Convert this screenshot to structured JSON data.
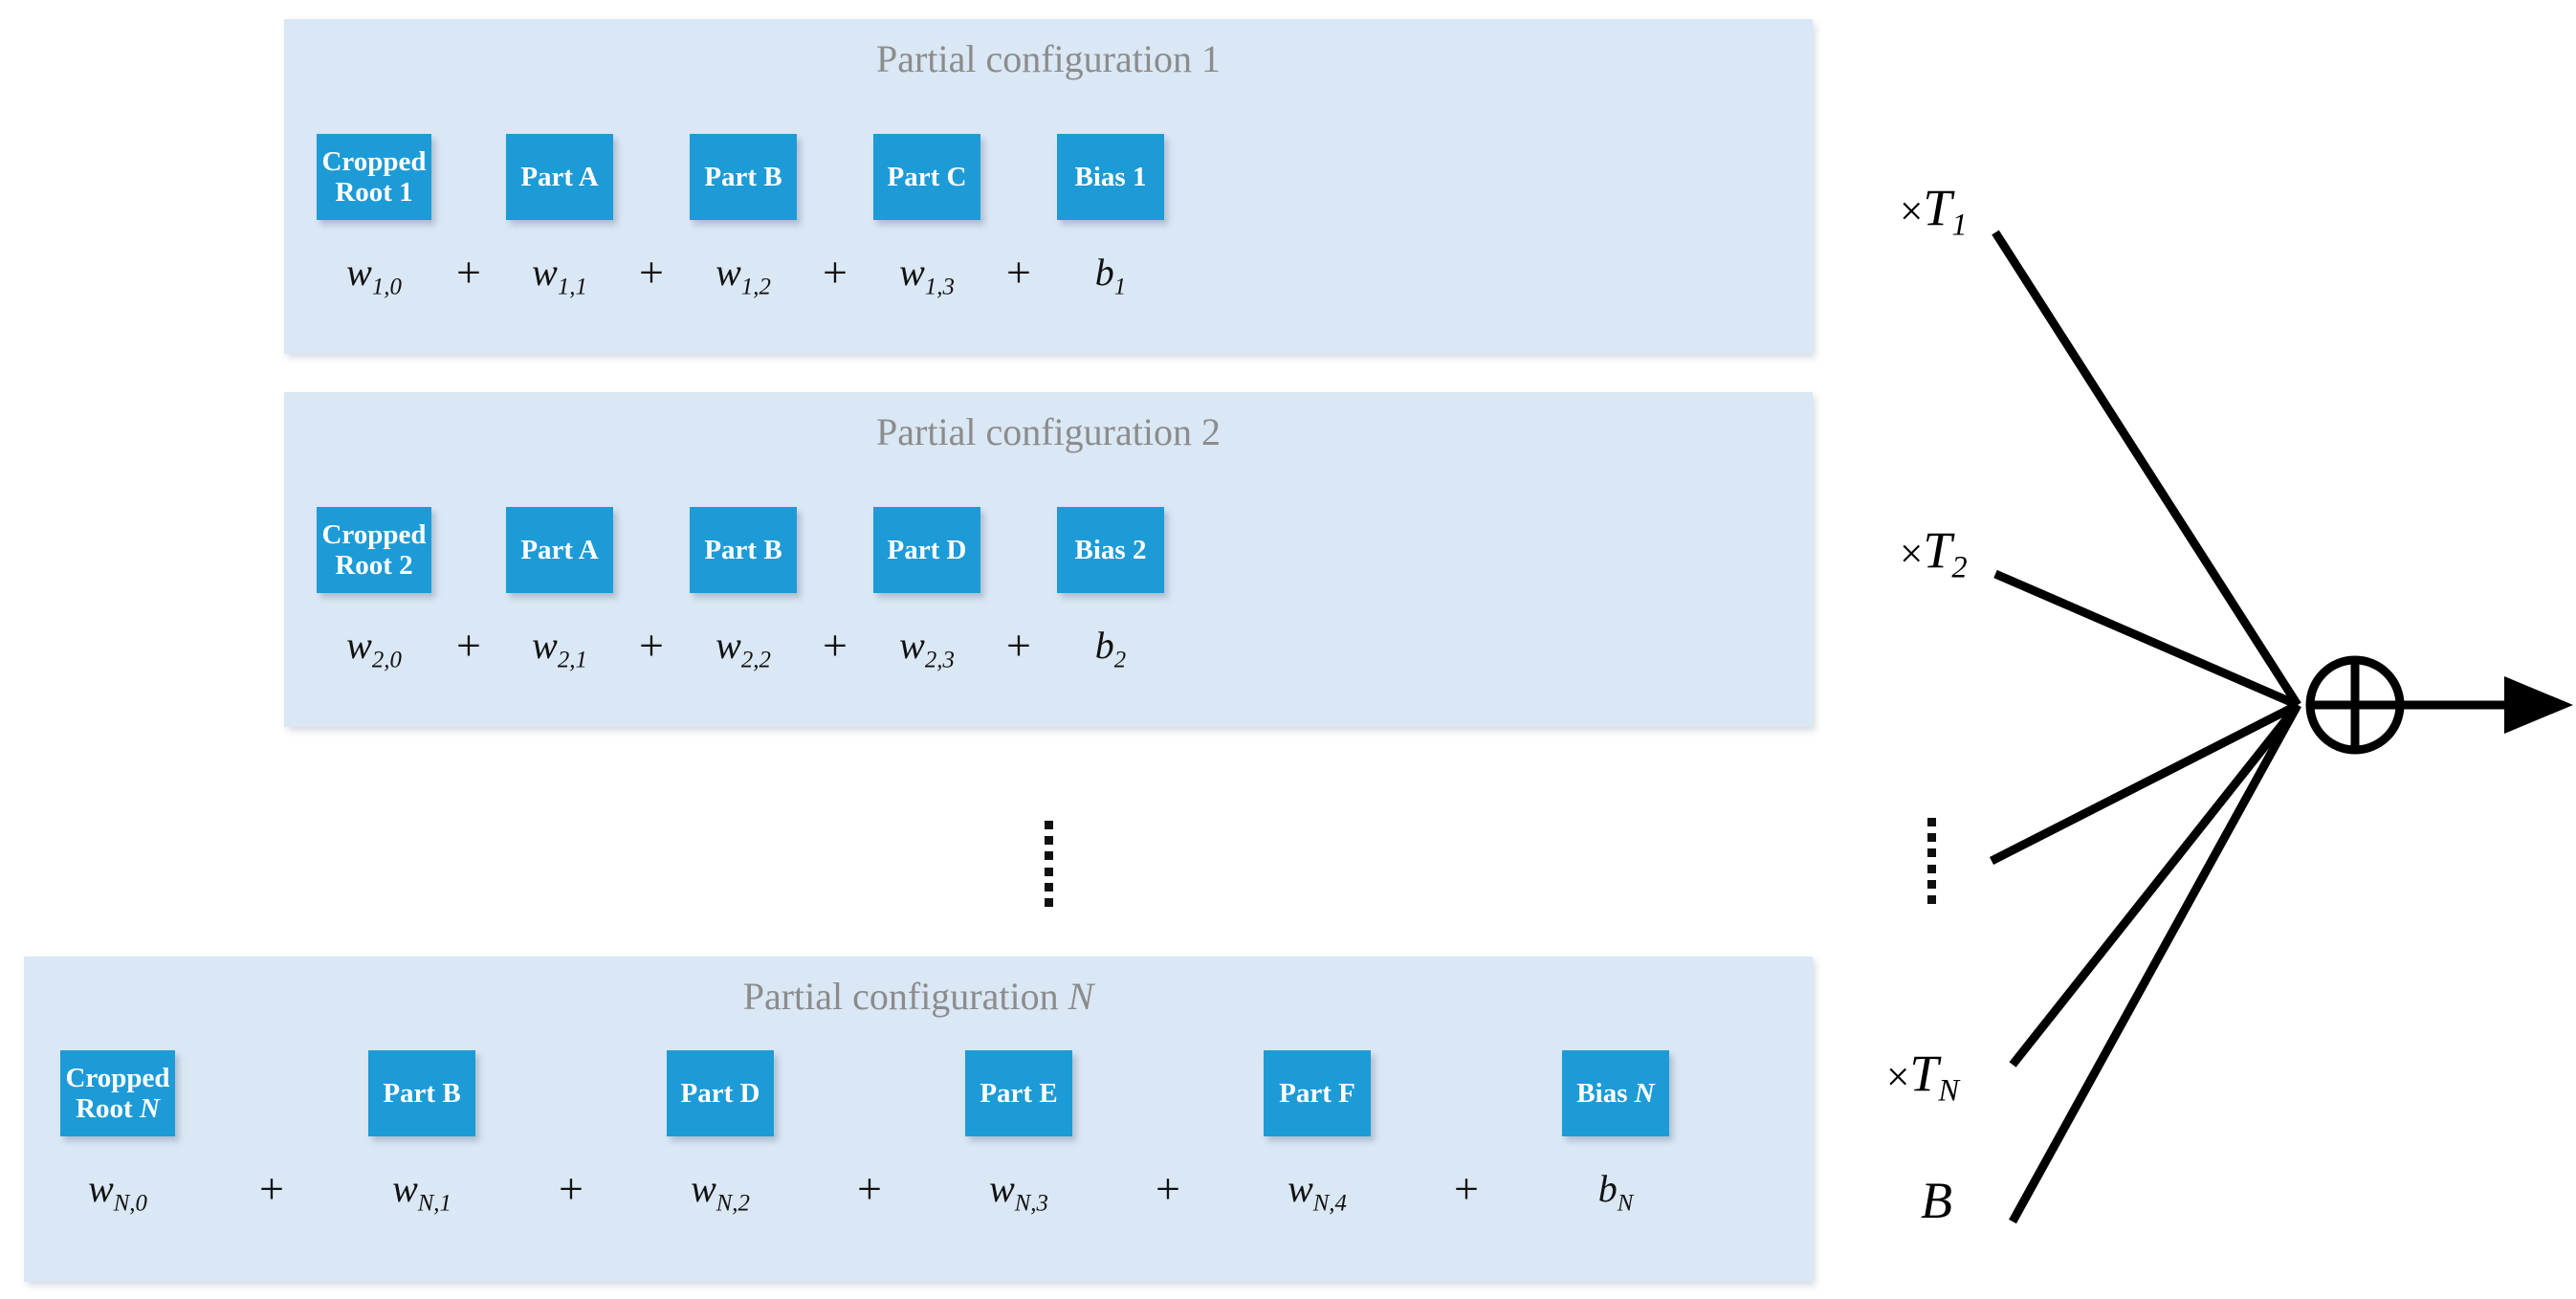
{
  "diagram": {
    "title": "Partial configuration ensemble summation diagram",
    "colors": {
      "panel_background": "#dae7f4",
      "box_fill": "#1d9bd7",
      "box_text": "#ffffff",
      "panel_title_text": "#8c8c8c",
      "formula_text": "#111111",
      "line_color": "#000000",
      "page_background": "#ffffff"
    },
    "rows": [
      {
        "title_prefix": "Partial configuration ",
        "title_index": "1",
        "title_index_italic": false,
        "boxes": [
          {
            "line1": "Cropped",
            "line2": "Root 1",
            "italic_tail": ""
          },
          {
            "line1": "Part A",
            "line2": "",
            "italic_tail": ""
          },
          {
            "line1": "Part B",
            "line2": "",
            "italic_tail": ""
          },
          {
            "line1": "Part C",
            "line2": "",
            "italic_tail": ""
          },
          {
            "line1": "Bias 1",
            "line2": "",
            "italic_tail": ""
          }
        ],
        "terms": [
          {
            "base": "w",
            "sub": "1,0"
          },
          {
            "base": "w",
            "sub": "1,1"
          },
          {
            "base": "w",
            "sub": "1,2"
          },
          {
            "base": "w",
            "sub": "1,3"
          },
          {
            "base": "b",
            "sub": "1"
          }
        ],
        "operator": "+"
      },
      {
        "title_prefix": "Partial configuration ",
        "title_index": "2",
        "title_index_italic": false,
        "boxes": [
          {
            "line1": "Cropped",
            "line2": "Root 2",
            "italic_tail": ""
          },
          {
            "line1": "Part A",
            "line2": "",
            "italic_tail": ""
          },
          {
            "line1": "Part B",
            "line2": "",
            "italic_tail": ""
          },
          {
            "line1": "Part D",
            "line2": "",
            "italic_tail": ""
          },
          {
            "line1": "Bias 2",
            "line2": "",
            "italic_tail": ""
          }
        ],
        "terms": [
          {
            "base": "w",
            "sub": "2,0"
          },
          {
            "base": "w",
            "sub": "2,1"
          },
          {
            "base": "w",
            "sub": "2,2"
          },
          {
            "base": "w",
            "sub": "2,3"
          },
          {
            "base": "b",
            "sub": "2"
          }
        ],
        "operator": "+"
      },
      {
        "title_prefix": "Partial configuration ",
        "title_index": "N",
        "title_index_italic": true,
        "boxes": [
          {
            "line1": "Cropped",
            "line2": "Root ",
            "italic_tail": "N"
          },
          {
            "line1": "Part B",
            "line2": "",
            "italic_tail": ""
          },
          {
            "line1": "Part D",
            "line2": "",
            "italic_tail": ""
          },
          {
            "line1": "Part E",
            "line2": "",
            "italic_tail": ""
          },
          {
            "line1": "Part F",
            "line2": "",
            "italic_tail": ""
          },
          {
            "line1": "Bias ",
            "line2": "",
            "italic_tail": "N"
          }
        ],
        "terms": [
          {
            "base": "w",
            "sub": "N,0"
          },
          {
            "base": "w",
            "sub": "N,1"
          },
          {
            "base": "w",
            "sub": "N,2"
          },
          {
            "base": "w",
            "sub": "N,3"
          },
          {
            "base": "w",
            "sub": "N,4"
          },
          {
            "base": "b",
            "sub": "N"
          }
        ],
        "operator": "+"
      }
    ],
    "row_ellipsis": {
      "name": "vertical-ellipsis",
      "dots": 6
    },
    "summation": {
      "node_symbol": "circled-plus",
      "output_arrow": "right-arrow",
      "branch_ellipsis_dots": 6,
      "labels": [
        {
          "times": "×",
          "base": "T",
          "sub": "1"
        },
        {
          "times": "×",
          "base": "T",
          "sub": "2"
        },
        {
          "times": "×",
          "base": "T",
          "sub": "N"
        },
        {
          "times": "",
          "base": "B",
          "sub": ""
        }
      ]
    }
  }
}
